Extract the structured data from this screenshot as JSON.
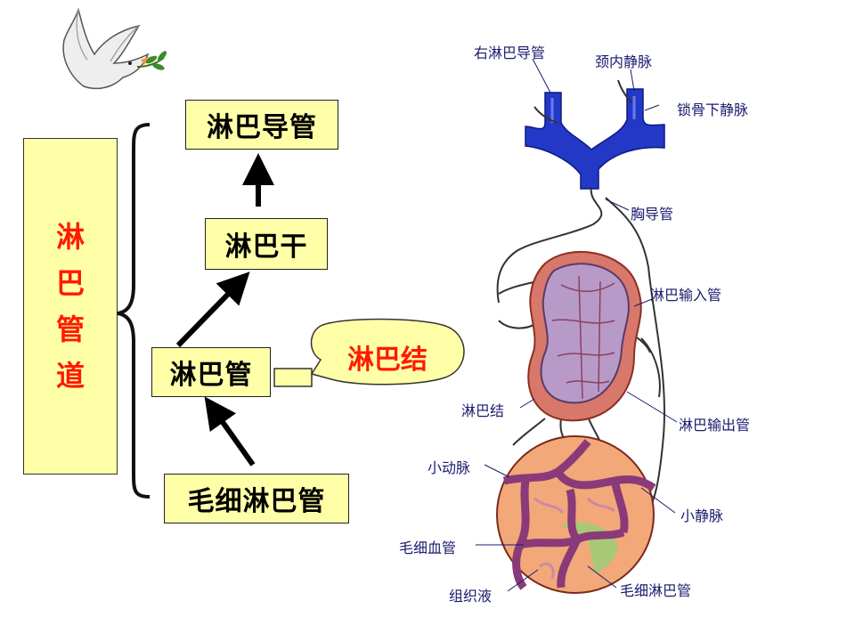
{
  "left_panel": {
    "vertical_title": [
      "淋",
      "巴",
      "管",
      "道"
    ],
    "boxes": {
      "thoracic_duct": "淋巴导管",
      "lymph_trunk": "淋巴干",
      "lymph_vessel": "淋巴管",
      "lymph_capillary": "毛细淋巴管"
    },
    "callout": "淋巴结"
  },
  "right_panel": {
    "labels": {
      "right_lymph_duct": "右淋巴导管",
      "internal_jugular": "颈内静脉",
      "subclavian_vein": "锁骨下静脉",
      "thoracic_duct": "胸导管",
      "afferent_vessel": "淋巴输入管",
      "lymph_node": "淋巴结",
      "efferent_vessel": "淋巴输出管",
      "arteriole": "小动脉",
      "venule": "小静脉",
      "blood_capillary": "毛细血管",
      "lymph_capillary": "毛细淋巴管",
      "tissue_fluid": "组织液"
    }
  },
  "colors": {
    "box_fill": "#ffffa8",
    "title_red": "#ff1a00",
    "vein_blue": "#2438c8",
    "node_red": "#d8786a",
    "node_purple": "#b89ac8",
    "circle_orange": "#f2a878",
    "vessel_purple": "#8a3a78",
    "lymph_green": "#a8c878"
  },
  "icons": [
    "dove-icon"
  ]
}
